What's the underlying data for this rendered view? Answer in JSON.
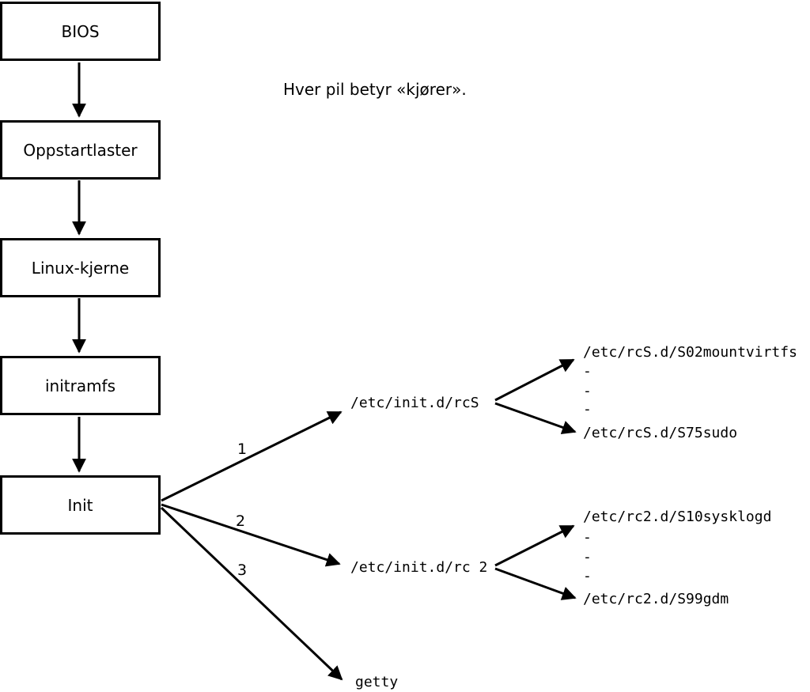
{
  "diagram": {
    "caption": "Hver pil betyr «kjører».",
    "chain": [
      {
        "label": "BIOS"
      },
      {
        "label": "Oppstartlaster"
      },
      {
        "label": "Linux-kjerne"
      },
      {
        "label": "initramfs"
      },
      {
        "label": "Init"
      }
    ],
    "fan": {
      "labels": [
        "1",
        "2",
        "3"
      ],
      "targets": [
        {
          "label": "/etc/init.d/rcS"
        },
        {
          "label": "/etc/init.d/rc 2"
        },
        {
          "label": "getty"
        }
      ]
    },
    "rcS_scripts": [
      "/etc/rcS.d/S02mountvirtfs",
      "-",
      "-",
      "-",
      "/etc/rcS.d/S75sudo"
    ],
    "rc2_scripts": [
      "/etc/rc2.d/S10sysklogd",
      "-",
      "-",
      "-",
      "/etc/rc2.d/S99gdm"
    ],
    "colors": {
      "stroke": "#000000",
      "background": "#ffffff",
      "box_fill": "#ffffff"
    }
  }
}
